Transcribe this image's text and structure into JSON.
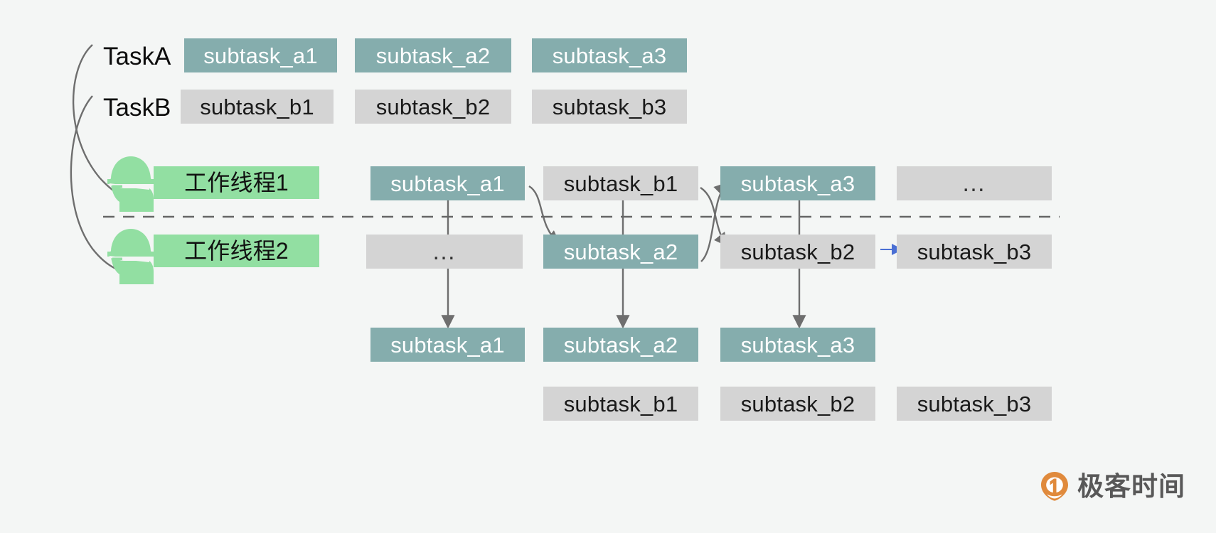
{
  "diagram": {
    "title": "Work-stealing thread pool task scheduling diagram",
    "colors": {
      "background": "#f4f6f5",
      "teal": "#85adad",
      "gray": "#d4d4d4",
      "green": "#92dfa2",
      "arrow": "#6e6e6e",
      "blue_arrow": "#4a6fd4",
      "logo_orange": "#e08a3c",
      "logo_text": "#585858"
    },
    "task_labels": [
      {
        "name": "TaskA",
        "text": "TaskA"
      },
      {
        "name": "TaskB",
        "text": "TaskB"
      }
    ],
    "task_queues": [
      {
        "label": "TaskA",
        "style": "teal",
        "subtasks": [
          "subtask_a1",
          "subtask_a2",
          "subtask_a3"
        ]
      },
      {
        "label": "TaskB",
        "style": "gray",
        "subtasks": [
          "subtask_b1",
          "subtask_b2",
          "subtask_b3"
        ]
      }
    ],
    "threads": [
      {
        "label": "工作线程1",
        "icon": "worker-hardhat-icon"
      },
      {
        "label": "工作线程2",
        "icon": "worker-hardhat-icon"
      }
    ],
    "timeline": {
      "thread1": [
        {
          "text": "subtask_a1",
          "style": "teal"
        },
        {
          "text": "subtask_b1",
          "style": "gray"
        },
        {
          "text": "subtask_a3",
          "style": "teal"
        },
        {
          "text": "…",
          "style": "gray",
          "ellipsis": true
        }
      ],
      "thread2": [
        {
          "text": "…",
          "style": "gray",
          "ellipsis": true
        },
        {
          "text": "subtask_a2",
          "style": "teal"
        },
        {
          "text": "subtask_b2",
          "style": "gray"
        },
        {
          "text": "subtask_b3",
          "style": "gray"
        }
      ]
    },
    "results": {
      "row_a": [
        {
          "text": "subtask_a1",
          "style": "teal"
        },
        {
          "text": "subtask_a2",
          "style": "teal"
        },
        {
          "text": "subtask_a3",
          "style": "teal"
        }
      ],
      "row_b": [
        {
          "text": "subtask_b1",
          "style": "gray"
        },
        {
          "text": "subtask_b2",
          "style": "gray"
        },
        {
          "text": "subtask_b3",
          "style": "gray"
        }
      ]
    },
    "logo": {
      "text": "极客时间",
      "mark": "geektime-logo-icon"
    }
  }
}
